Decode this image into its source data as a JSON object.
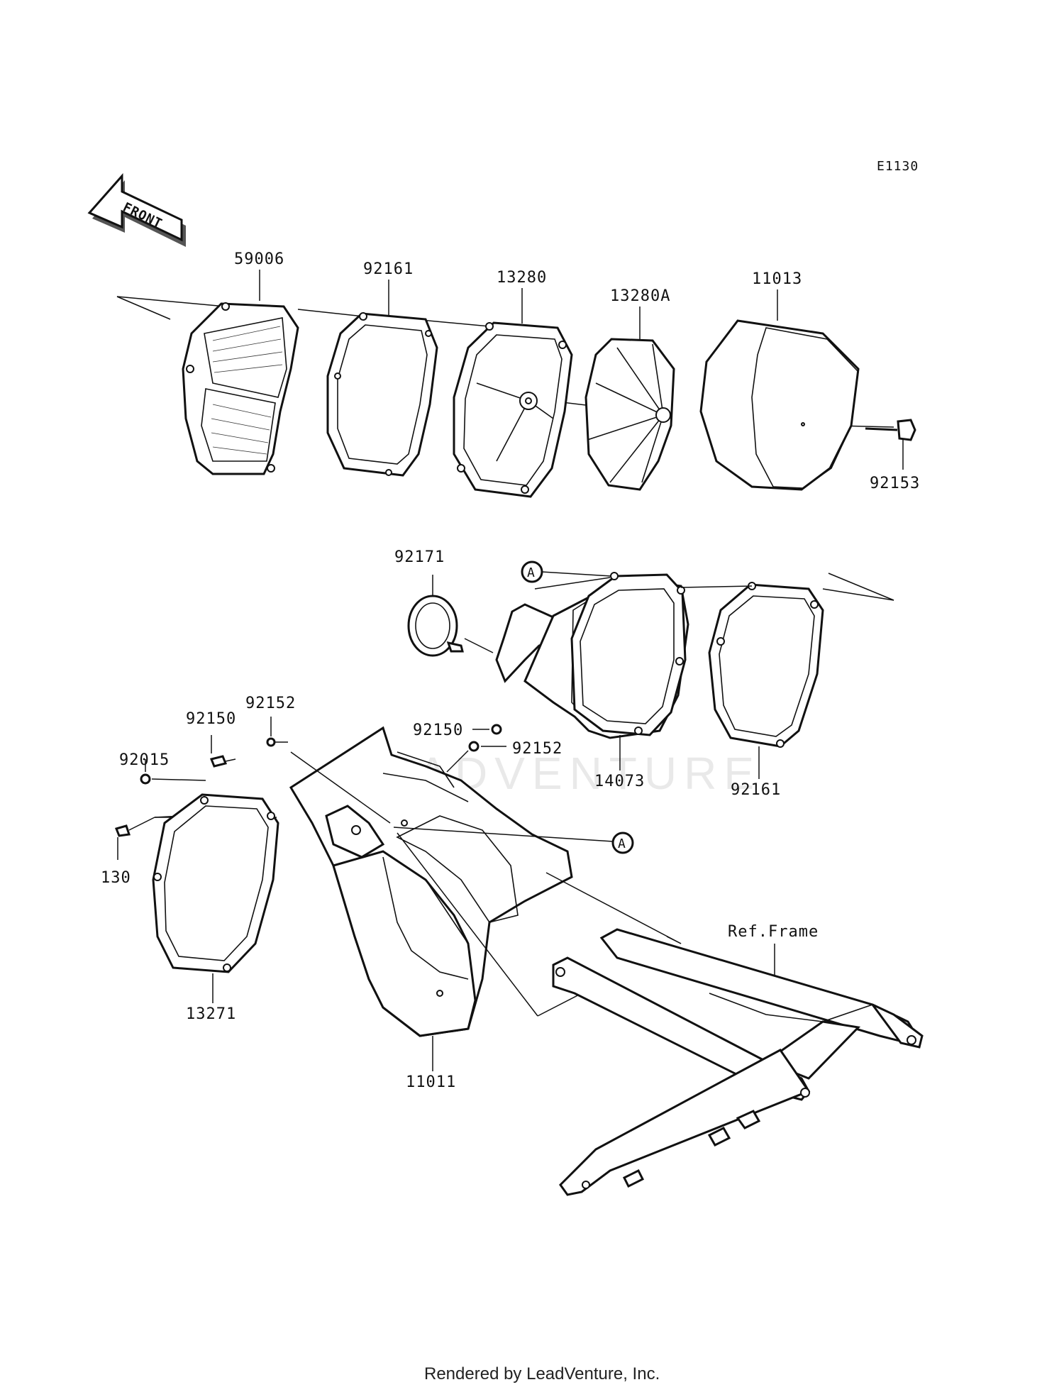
{
  "diagram_code": "E1130",
  "front_label": "FRONT",
  "watermark": "LEADVENTURE",
  "footer": "Rendered by LeadVenture, Inc.",
  "callouts": [
    {
      "id": "p59006",
      "text": "59006"
    },
    {
      "id": "p92161a",
      "text": "92161"
    },
    {
      "id": "p13280",
      "text": "13280"
    },
    {
      "id": "p13280A",
      "text": "13280A"
    },
    {
      "id": "p11013",
      "text": "11013"
    },
    {
      "id": "p92153",
      "text": "92153"
    },
    {
      "id": "p92171",
      "text": "92171"
    },
    {
      "id": "p14073",
      "text": "14073"
    },
    {
      "id": "p92161b",
      "text": "92161"
    },
    {
      "id": "p92150a",
      "text": "92150"
    },
    {
      "id": "p92152a",
      "text": "92152"
    },
    {
      "id": "p92015",
      "text": "92015"
    },
    {
      "id": "p130",
      "text": "130"
    },
    {
      "id": "p92150b",
      "text": "92150"
    },
    {
      "id": "p92152b",
      "text": "92152"
    },
    {
      "id": "p13271",
      "text": "13271"
    },
    {
      "id": "p11011",
      "text": "11011"
    },
    {
      "id": "pRefFrame",
      "text": "Ref.Frame"
    }
  ],
  "ref_markers": [
    "A",
    "A"
  ]
}
